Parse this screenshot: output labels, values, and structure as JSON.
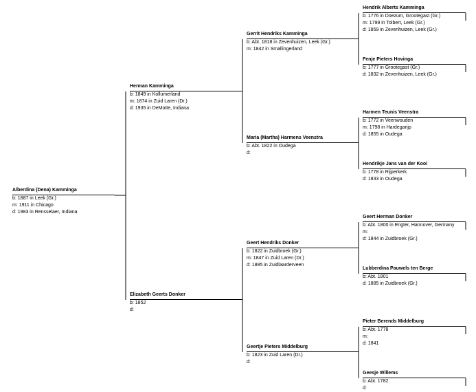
{
  "people": {
    "alberdina": {
      "name": "Alberdina (Dena) Kamminga",
      "b": "b: 1887 in Leek (Gr.)",
      "m": "m: 1911 in Chicago",
      "d": "d: 1983 in Rensselaer, Indiana"
    },
    "herman": {
      "name": "Herman Kamminga",
      "b": "b: 1849 in Kollumerland",
      "m": "m: 1874 in Zuid Laren (Dr.)",
      "d": "d: 1935 in DeMotte, Indiana"
    },
    "elizabeth": {
      "name": "Elizabeth Geerts Donker",
      "b": "b: 1852",
      "d": "d:"
    },
    "gerrit": {
      "name": "Gerrit Hendriks Kamminga",
      "b": "b: Abt. 1818 in Zevenhuizen, Leek (Gr.)",
      "m": "m: 1842 in Smallingerland",
      "d": ""
    },
    "maria": {
      "name": "Maria (Martha) Harmens Veenstra",
      "b": "b: Abt. 1822 in Oudega",
      "d": "d:"
    },
    "geert_h": {
      "name": "Geert Hendriks Donker",
      "b": "b: 1822 in Zuidbroek (Gr.)",
      "m": "m: 1847 in Zuid Laren (Dr.)",
      "d": "d: 1885 in Zuidlaarderveen"
    },
    "geertje": {
      "name": "Geertje Pieters Middelburg",
      "b": "b: 1823 in Zuid Laren (Dr.)",
      "d": "d:"
    },
    "hendrik": {
      "name": "Hendrik Alberts Kamminga",
      "b": "b: 1776 in Doezum, Grootegast (Gr.)",
      "m": "m: 1799 in Tolbert, Leek (Gr.)",
      "d": "d: 1859 in Zevenhuizen, Leek (Gr.)"
    },
    "fenje": {
      "name": "Fenje Pieters Hovinga",
      "b": "b: 1777 in Grootegast (Gr.)",
      "d": "d: 1832 in Zevenhuizen, Leek (Gr.)"
    },
    "harmen": {
      "name": "Harmen Teunis Veenstra",
      "b": "b: 1772 in Veenwouden",
      "m": "m: 1798 in Hardegarijp",
      "d": "d: 1855 in Oudega"
    },
    "hendrikje": {
      "name": "Hendrikje Jans van der Kooi",
      "b": "b: 1778 in Rijperkerk",
      "d": "d: 1833 in Oudega"
    },
    "geert_herman": {
      "name": "Geert Herman Donker",
      "b": "b: Abt. 1800 in Engter, Hannover, Germany",
      "m": "m:",
      "d": "d: 1844 in Zuidbroek (Gr.)"
    },
    "lubberdina": {
      "name": "Lubberdina Pauwels ten Berge",
      "b": "b: Abt. 1801",
      "d": "d: 1885 in Zuidbroek (Gr.)"
    },
    "pieter": {
      "name": "Pieter Berends Middelburg",
      "b": "b: Abt. 1778",
      "m": "m:",
      "d": "d: 1841"
    },
    "geesje": {
      "name": "Geesje Willems",
      "b": "b: Abt. 1782",
      "d": "d:"
    }
  }
}
